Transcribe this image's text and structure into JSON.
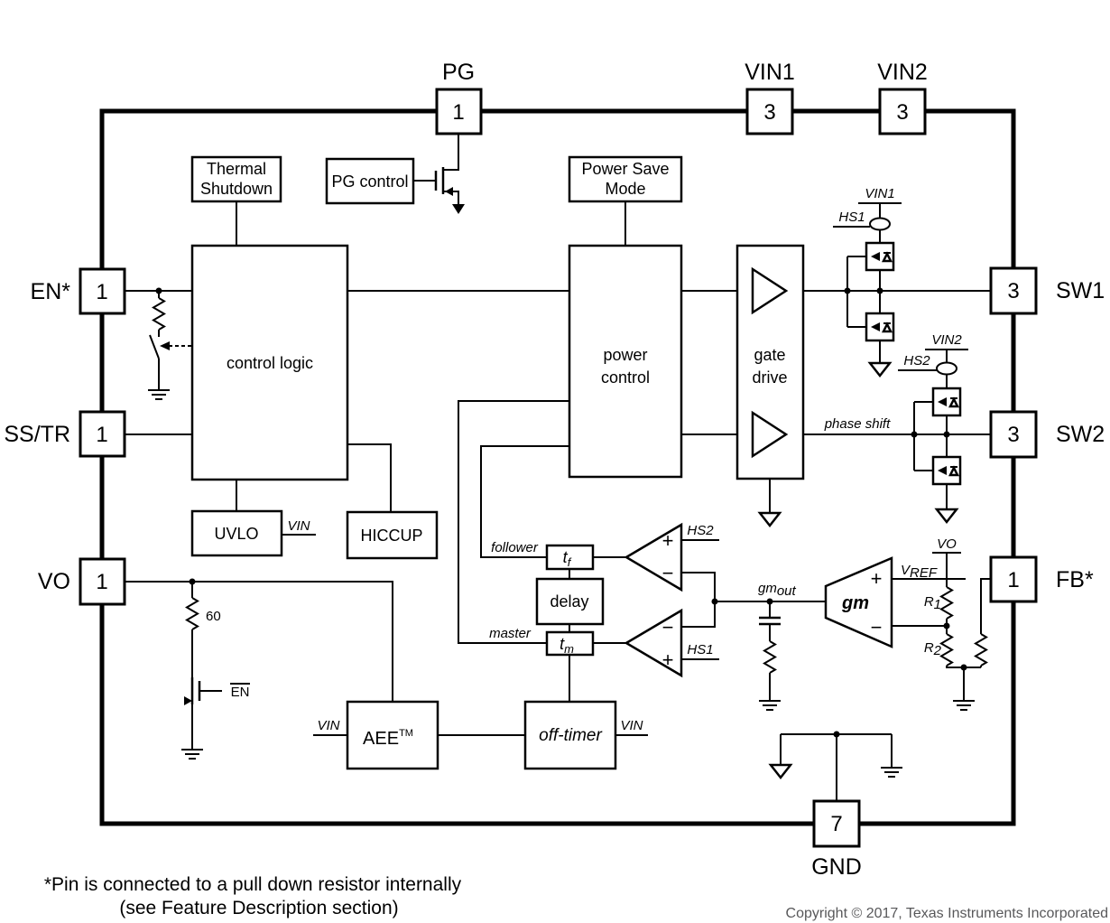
{
  "pins": {
    "pg": {
      "number": "1",
      "label": "PG"
    },
    "vin1": {
      "number": "3",
      "label": "VIN1"
    },
    "vin2": {
      "number": "3",
      "label": "VIN2"
    },
    "en": {
      "number": "1",
      "label": "EN*"
    },
    "ss_tr": {
      "number": "1",
      "label": "SS/TR"
    },
    "vo": {
      "number": "1",
      "label": "VO"
    },
    "sw1": {
      "number": "3",
      "label": "SW1"
    },
    "sw2": {
      "number": "3",
      "label": "SW2"
    },
    "fb": {
      "number": "1",
      "label": "FB*"
    },
    "gnd": {
      "number": "7",
      "label": "GND"
    }
  },
  "blocks": {
    "thermal_shutdown_1": "Thermal",
    "thermal_shutdown_2": "Shutdown",
    "pg_control": "PG control",
    "power_save_1": "Power Save",
    "power_save_2": "Mode",
    "control_logic": "control logic",
    "power_control_1": "power",
    "power_control_2": "control",
    "gate_drive_1": "gate",
    "gate_drive_2": "drive",
    "uvlo": "UVLO",
    "hiccup": "HICCUP",
    "delay": "delay",
    "tf_base": "t",
    "tf_sub": "f",
    "tm_base": "t",
    "tm_sub": "m",
    "aee_base": "AEE",
    "aee_sup": "TM",
    "off_timer": "off-timer"
  },
  "signals": {
    "follower": "follower",
    "master": "master",
    "phase_shift": "phase shift",
    "vin": "VIN",
    "vin1": "VIN1",
    "vin2": "VIN2",
    "hs1": "HS1",
    "hs2": "HS2",
    "vo": "VO",
    "vref_base": "V",
    "vref_sub": "REF",
    "r1_base": "R",
    "r1_sub": "1",
    "r2_base": "R",
    "r2_sub": "2",
    "gmout_base": "gm",
    "gmout_sub": "out",
    "gm_amp": "gm",
    "plus": "+",
    "minus": "−",
    "en_bar": "EN",
    "pulldown_value": "60"
  },
  "notes": {
    "footnote_line1": "*Pin is connected to a pull down resistor internally",
    "footnote_line2": "(see Feature Description section)",
    "copyright": "Copyright © 2017, Texas Instruments Incorporated"
  }
}
